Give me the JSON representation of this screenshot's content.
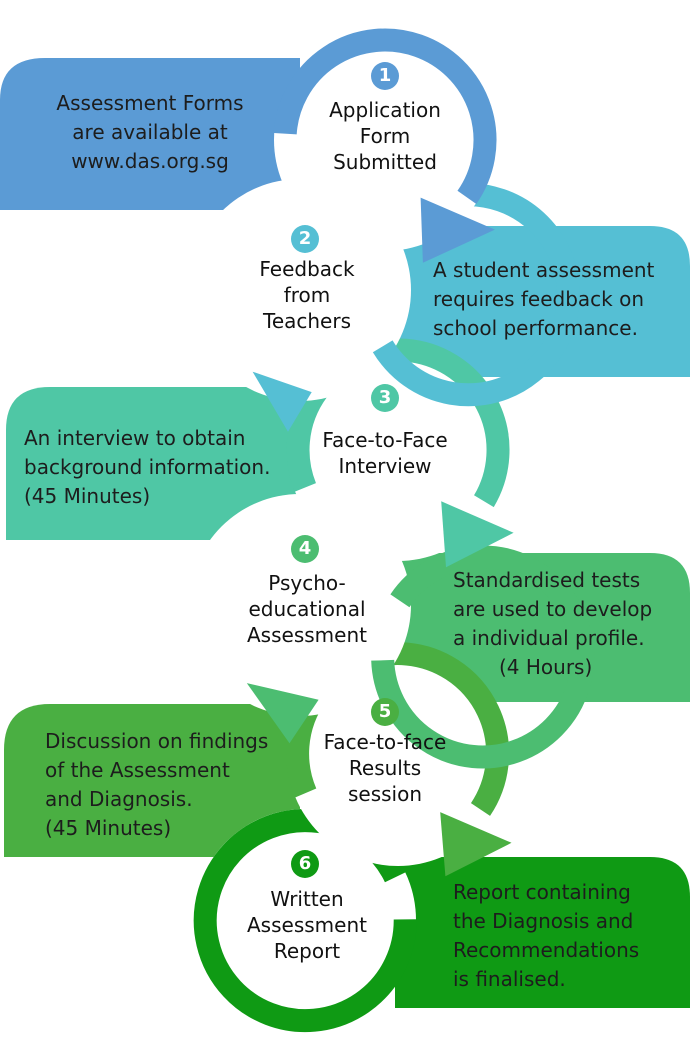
{
  "steps": [
    {
      "number": "1",
      "title_lines": [
        "Application",
        "Form",
        "Submitted"
      ],
      "note_lines": [
        "Assessment Forms",
        "are available at",
        "www.das.org.sg"
      ],
      "color": "#5b9bd5"
    },
    {
      "number": "2",
      "title_lines": [
        "Feedback",
        "from",
        "Teachers"
      ],
      "note_lines": [
        "A student assessment",
        "requires feedback on",
        "school performance."
      ],
      "color": "#55bfd4"
    },
    {
      "number": "3",
      "title_lines": [
        "Face-to-Face",
        "Interview"
      ],
      "note_lines": [
        "An interview to obtain",
        "background information.",
        "(45 Minutes)"
      ],
      "color": "#4fc7a5"
    },
    {
      "number": "4",
      "title_lines": [
        "Psycho-",
        "educational",
        "Assessment"
      ],
      "note_lines": [
        "Standardised tests",
        "are used to develop",
        "a individual profile.",
        "(4 Hours)"
      ],
      "color": "#4cbd71"
    },
    {
      "number": "5",
      "title_lines": [
        "Face-to-face",
        "Results",
        "session"
      ],
      "note_lines": [
        "Discussion on findings",
        "of the Assessment",
        "and Diagnosis.",
        "(45 Minutes)"
      ],
      "color": "#4aaf42"
    },
    {
      "number": "6",
      "title_lines": [
        "Written",
        "Assessment",
        "Report"
      ],
      "note_lines": [
        "Report containing",
        "the Diagnosis and",
        "Recommendations",
        "is finalised."
      ],
      "color": "#0f9a14"
    }
  ]
}
